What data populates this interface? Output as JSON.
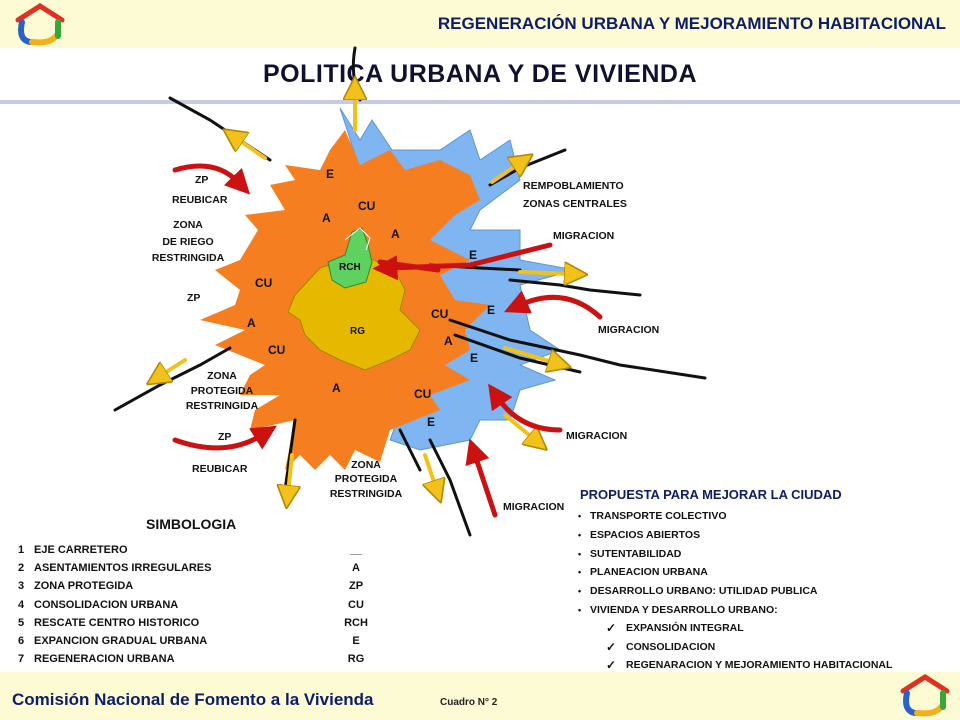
{
  "header": {
    "title": "REGENERACIÓN URBANA Y MEJORAMIENTO HABITACIONAL"
  },
  "main_title": "POLITICA URBANA Y DE VIVIENDA",
  "footer": {
    "org": "Comisión Nacional de Fomento a la Vivienda",
    "ref": "Cuadro N° 2"
  },
  "colors": {
    "band": "#fdfbd3",
    "orange": "#f57f20",
    "blue": "#7fb5f0",
    "yellow": "#e6b800",
    "green": "#5fd15f",
    "red": "#cc1111",
    "arrow_yellow": "#f2c21a",
    "road": "#111111",
    "title_blue": "#0d1d6b"
  },
  "icons": {
    "logo": "house-logo-icon"
  },
  "labels": {
    "zp_top": "ZP",
    "reubicar_top": "REUBICAR",
    "zona": "ZONA",
    "de_riego": "DE RIEGO",
    "restringida_1": "RESTRINGIDA",
    "zp_mid": "ZP",
    "zona_2": "ZONA",
    "protegida_2": "PROTEGIDA",
    "restringida_2": "RESTRINGIDA",
    "zp_bot": "ZP",
    "reubicar_bot": "REUBICAR",
    "zona_3": "ZONA",
    "protegida_3": "PROTEGIDA",
    "restringida_3": "RESTRINGIDA",
    "repoblamiento": "REMPOBLAMIENTO",
    "zonas_centrales": "ZONAS CENTRALES",
    "migracion_1": "MIGRACION",
    "migracion_2": "MIGRACION",
    "migracion_3": "MIGRACION",
    "migracion_4": "MIGRACION"
  },
  "zones": {
    "e1": "E",
    "e2": "E",
    "e3": "E",
    "e4": "E",
    "e5": "E",
    "cu1": "CU",
    "cu2": "CU",
    "cu3": "CU",
    "cu4": "CU",
    "cu5": "CU",
    "a1": "A",
    "a2": "A",
    "a3": "A",
    "a4": "A",
    "a5": "A",
    "rch": "RCH",
    "rg": "RG"
  },
  "legend": {
    "title": "SIMBOLOGIA",
    "items": [
      {
        "num": "1",
        "text": "EJE CARRETERO",
        "code": "__"
      },
      {
        "num": "2",
        "text": "ASENTAMIENTOS IRREGULARES",
        "code": "A"
      },
      {
        "num": "3",
        "text": "ZONA PROTEGIDA",
        "code": "ZP"
      },
      {
        "num": "4",
        "text": "CONSOLIDACION URBANA",
        "code": "CU"
      },
      {
        "num": "5",
        "text": "RESCATE CENTRO HISTORICO",
        "code": "RCH"
      },
      {
        "num": "6",
        "text": "EXPANCION GRADUAL URBANA",
        "code": "E"
      },
      {
        "num": "7",
        "text": "REGENERACION URBANA",
        "code": "RG"
      }
    ]
  },
  "proposal": {
    "title": "PROPUESTA PARA MEJORAR LA CIUDAD",
    "items": [
      "TRANSPORTE COLECTIVO",
      "ESPACIOS ABIERTOS",
      "SUTENTABILIDAD",
      "PLANEACION URBANA",
      "DESARROLLO URBANO: UTILIDAD PUBLICA",
      "VIVIENDA Y DESARROLLO URBANO:"
    ],
    "subitems": [
      "EXPANSIÓN INTEGRAL",
      "CONSOLIDACION",
      "REGENARACION Y MEJORAMIENTO HABITACIONAL"
    ]
  }
}
